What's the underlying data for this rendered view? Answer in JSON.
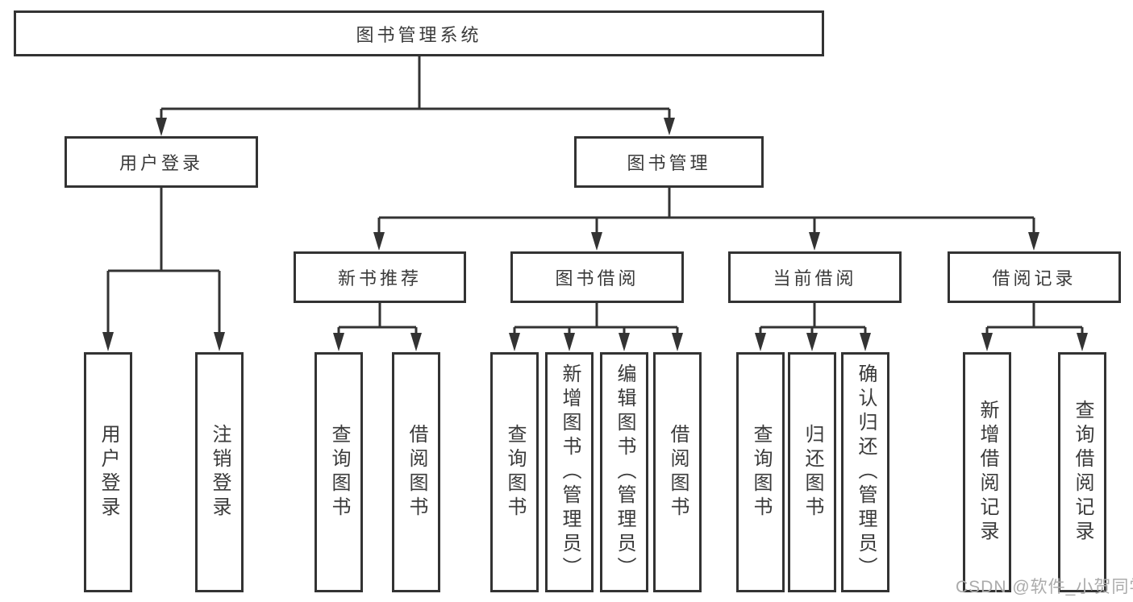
{
  "diagram": {
    "title": "图书管理系统",
    "tree": {
      "root": {
        "label": "图书管理系统"
      },
      "user_login": {
        "label": "用户登录",
        "children": [
          {
            "label": "用户登录"
          },
          {
            "label": "注销登录"
          }
        ]
      },
      "book_management": {
        "label": "图书管理",
        "children": [
          {
            "label": "新书推荐",
            "children": [
              {
                "label": "查询图书"
              },
              {
                "label": "借阅图书"
              }
            ]
          },
          {
            "label": "图书借阅",
            "children": [
              {
                "label": "查询图书"
              },
              {
                "label": "新增图书（管理员）"
              },
              {
                "label": "编辑图书（管理员）"
              },
              {
                "label": "借阅图书"
              }
            ]
          },
          {
            "label": "当前借阅",
            "children": [
              {
                "label": "查询图书"
              },
              {
                "label": "归还图书"
              },
              {
                "label": "确认归还（管理员）"
              }
            ]
          },
          {
            "label": "借阅记录",
            "children": [
              {
                "label": "新增借阅记录"
              },
              {
                "label": "查询借阅记录"
              }
            ]
          }
        ]
      }
    },
    "colors": {
      "line": "#333333",
      "text": "#3a3a3a",
      "background": "#ffffff",
      "watermark": "#ababab"
    }
  },
  "watermark": {
    "text": "CSDN @软件_小贺同学"
  }
}
